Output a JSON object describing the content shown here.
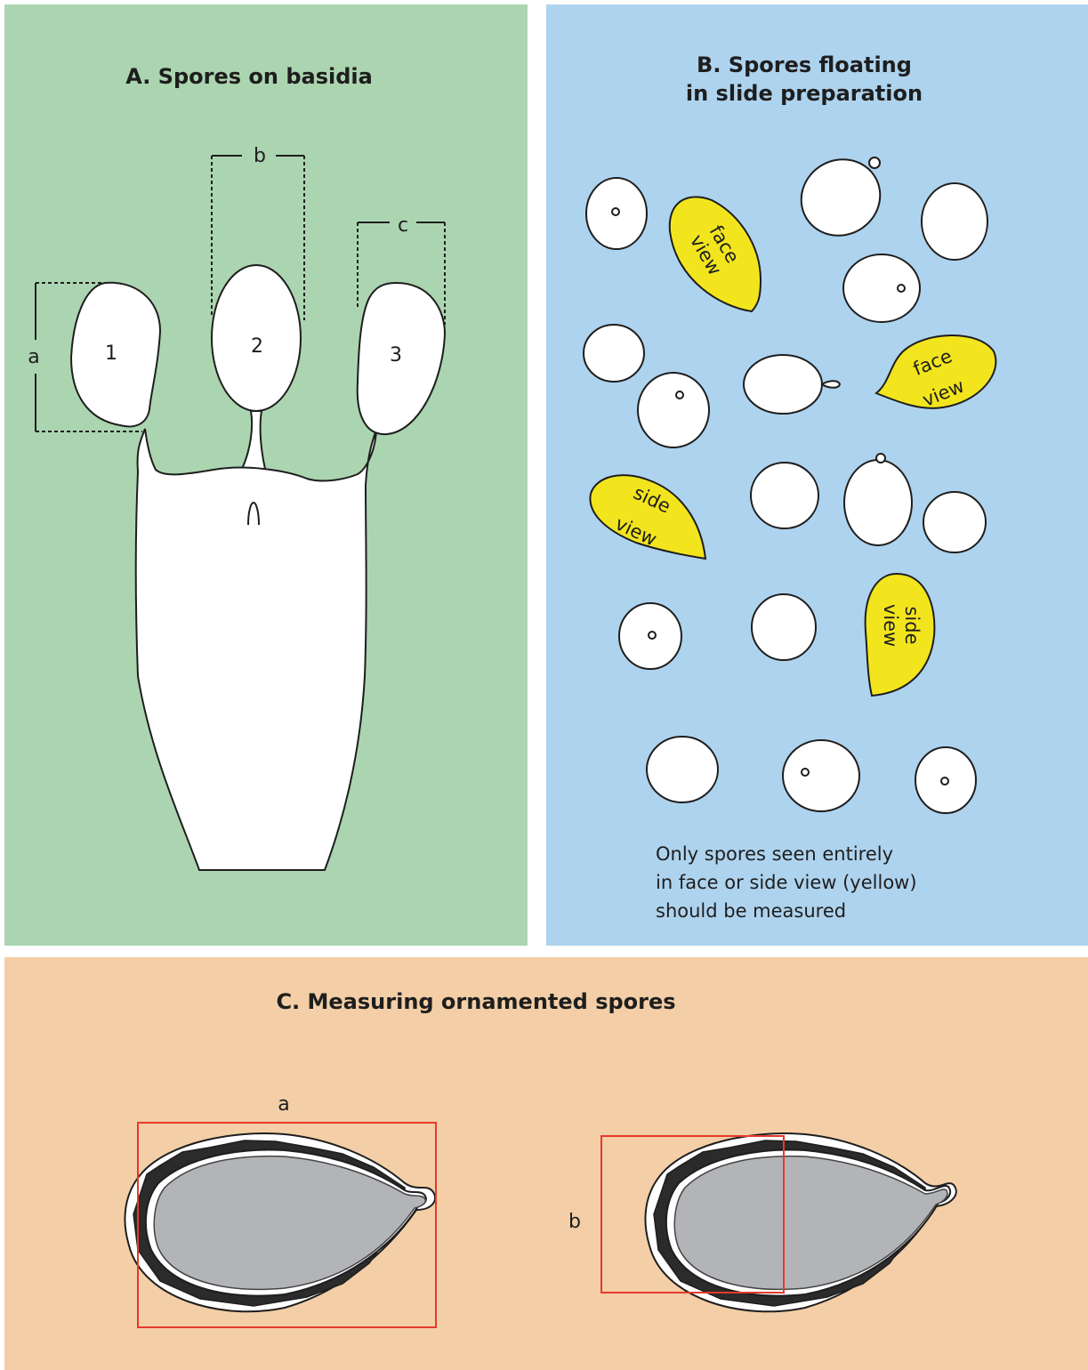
{
  "panel_a": {
    "title": "A. Spores on basidia",
    "dim_labels": [
      "a",
      "b",
      "c"
    ],
    "spore_numbers": [
      "1",
      "2",
      "3"
    ]
  },
  "panel_b": {
    "title_line1": "B. Spores floating",
    "title_line2": "in slide preparation",
    "yellow_labels": [
      {
        "line1": "face",
        "line2": "view"
      },
      {
        "line1": "face",
        "line2": "view"
      },
      {
        "line1": "side",
        "line2": "view"
      },
      {
        "line1": "side",
        "line2": "view"
      }
    ],
    "note_lines": [
      "Only spores seen entirely",
      "in face or side view (yellow)",
      "should be measured"
    ]
  },
  "panel_c": {
    "title": "C. Measuring ornamented spores",
    "dim_labels": [
      "a",
      "b"
    ]
  },
  "colors": {
    "panel_a_bg": "#abd5b0",
    "panel_b_bg": "#aed3ee",
    "panel_c_bg": "#f3cea6",
    "measured_spore": "#f2e51e",
    "measure_box": "#e53a2c",
    "spore_body_gray": "#b2b4b8"
  }
}
